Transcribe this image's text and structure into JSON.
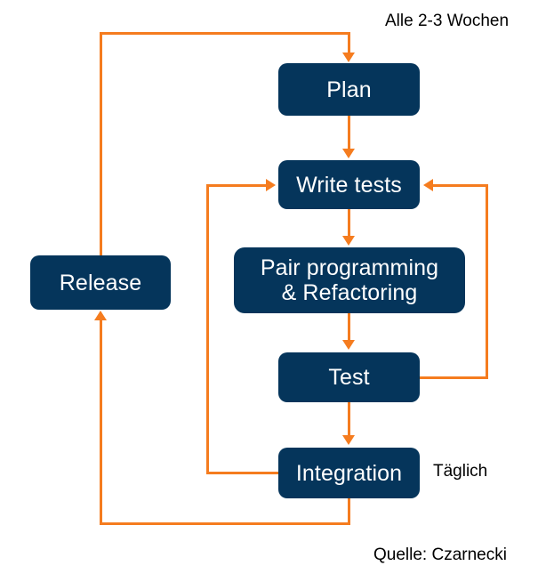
{
  "diagram": {
    "title_text": "",
    "colors": {
      "node_fill": "#05355B",
      "node_text": "#FFFFFF",
      "connector": "#F57C1F",
      "background": "#FFFFFF",
      "label_text": "#000000"
    },
    "nodes": [
      {
        "id": "plan",
        "label": "Plan"
      },
      {
        "id": "write_tests",
        "label": "Write tests"
      },
      {
        "id": "pair",
        "label": "Pair programming\n& Refactoring"
      },
      {
        "id": "test",
        "label": "Test"
      },
      {
        "id": "integration",
        "label": "Integration"
      },
      {
        "id": "release",
        "label": "Release"
      }
    ],
    "labels": {
      "cadence": "Alle 2-3 Wochen",
      "daily": "Täglich",
      "source": "Quelle: Czarnecki"
    },
    "edges": [
      {
        "from": "plan",
        "to": "write_tests",
        "kind": "straight-down"
      },
      {
        "from": "write_tests",
        "to": "pair",
        "kind": "straight-down"
      },
      {
        "from": "pair",
        "to": "test",
        "kind": "straight-down"
      },
      {
        "from": "test",
        "to": "integration",
        "kind": "straight-down"
      },
      {
        "from": "test",
        "to": "write_tests",
        "kind": "right-loop-back"
      },
      {
        "from": "integration",
        "to": "write_tests",
        "kind": "left-loop-back"
      },
      {
        "from": "integration",
        "to": "release",
        "kind": "bottom-left-loop"
      },
      {
        "from": "release",
        "to": "plan",
        "kind": "top-loop"
      }
    ]
  }
}
